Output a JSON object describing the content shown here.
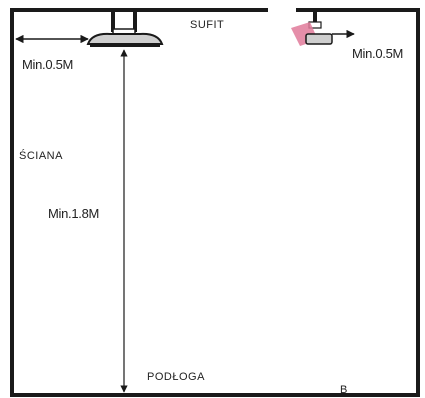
{
  "labels": {
    "ceiling": "SUFIT",
    "wall": "ŚCIANA",
    "floor": "PODŁOGA",
    "corner_letter": "B"
  },
  "measurements": {
    "left_wall_clearance": "Min.0.5M",
    "right_wall_clearance": "Min.0.5M",
    "floor_height": "Min.1.8M"
  },
  "colors": {
    "line": "#1a1a1a",
    "device_fill": "#cfcfcf",
    "accent_pink": "#e07a9a"
  },
  "icons": {
    "ceiling_device": "ceiling-mounted-device-icon",
    "tilted_device": "tilted-ceiling-device-icon"
  }
}
